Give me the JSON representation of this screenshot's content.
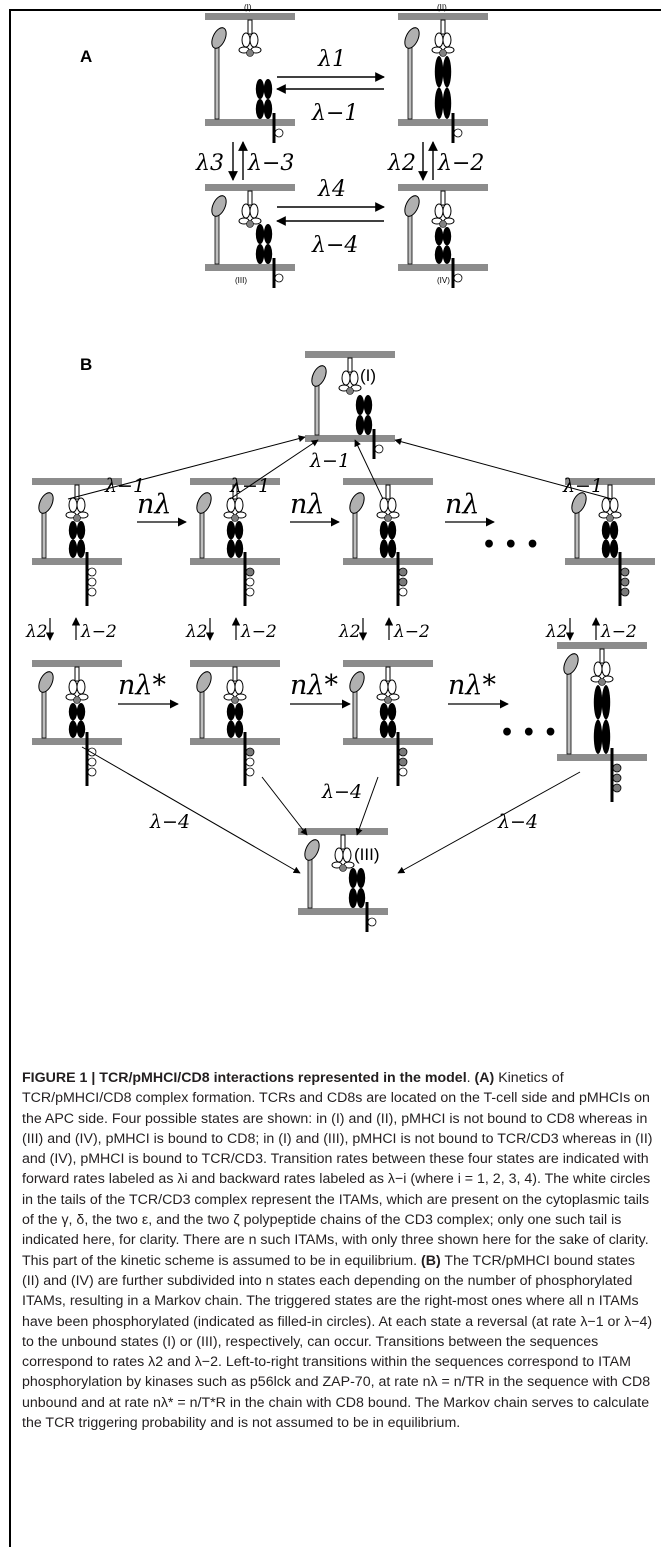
{
  "panel_a": {
    "label": "A",
    "state_labels": [
      "(I)",
      "(II)",
      "(III)",
      "(IV)"
    ],
    "rates": {
      "lambda_1": "λ1",
      "lambda_minus_1": "λ−1",
      "lambda_3": "λ3",
      "lambda_minus_3": "λ−3",
      "lambda_2": "λ2",
      "lambda_minus_2": "λ−2",
      "lambda_4": "λ4",
      "lambda_minus_4": "λ−4"
    }
  },
  "panel_b": {
    "label": "B",
    "top_state": "(I)",
    "bottom_state": "(III)",
    "ellipsis": "• • •",
    "forward_rate": "nλ",
    "forward_rate_bound": "nλ*",
    "rates": {
      "lambda_minus_1": "λ−1",
      "lambda_2": "λ2",
      "lambda_minus_2": "λ−2",
      "lambda_minus_4": "λ−4"
    }
  },
  "caption": {
    "title": "FIGURE 1 | TCR/pMHCI/CD8 interactions represented in the model",
    "title_end": ".",
    "a_label": "(A)",
    "a_text": " Kinetics of TCR/pMHCI/CD8 complex formation. TCRs and CD8s are located on the T-cell side and pMHCIs on the APC side. Four possible states are shown: in (I) and (II), pMHCI is not bound to CD8 whereas in (III) and (IV), pMHCI is bound to CD8; in (I) and (III), pMHCI is not bound to TCR/CD3 whereas in (II) and (IV), pMHCI is bound to TCR/CD3. Transition rates between these four states are indicated with forward rates labeled as λi and backward rates labeled as λ−i (where i = 1, 2, 3, 4). The white circles in the tails of the TCR/CD3 complex represent the ITAMs, which are present on the cytoplasmic tails of the γ, δ, the two ε, and the two ζ polypeptide chains of the CD3 complex; only one such tail is indicated here, for clarity. There are n such ITAMs, with only three shown here for the sake of clarity. This part of the kinetic scheme is assumed to be in equilibrium. ",
    "b_label": "(B)",
    "b_text": " The TCR/pMHCI bound states (II) and (IV) are further subdivided into n states each depending on the number of phosphorylated ITAMs, resulting in a Markov chain. The triggered states are the right-most ones where all n ITAMs have been phosphorylated (indicated as filled-in circles). At each state a reversal (at rate λ−1 or λ−4) to the unbound states (I) or (III), respectively, can occur. Transitions between the sequences correspond to rates λ2 and λ−2. Left-to-right transitions within the sequences correspond to ITAM phosphorylation by kinases such as p56lck and ZAP-70, at rate nλ = n/TR in the sequence with CD8 unbound and at rate nλ* = n/T*R in the chain with CD8 bound. The Markov chain serves to calculate the TCR triggering probability and is not assumed to be in equilibrium."
  }
}
